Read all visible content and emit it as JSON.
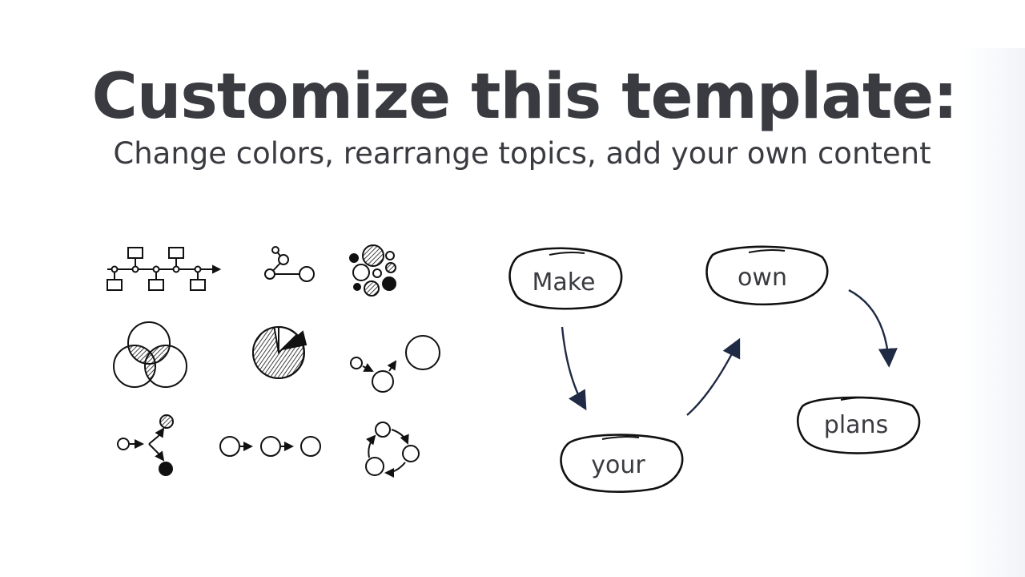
{
  "slide": {
    "title": "Customize this template:",
    "subtitle": "Change colors, rearrange topics, add your own content"
  },
  "icons": [
    "timeline-icon",
    "branch-icon",
    "bubbles-icon",
    "venn-icon",
    "pie-icon",
    "growth-icon",
    "split-icon",
    "process-icon",
    "cycle-icon"
  ],
  "flow": {
    "words": [
      "Make",
      "your",
      "own",
      "plans"
    ]
  },
  "colors": {
    "text": "#3a3b40",
    "arrow": "#1f2a44"
  }
}
